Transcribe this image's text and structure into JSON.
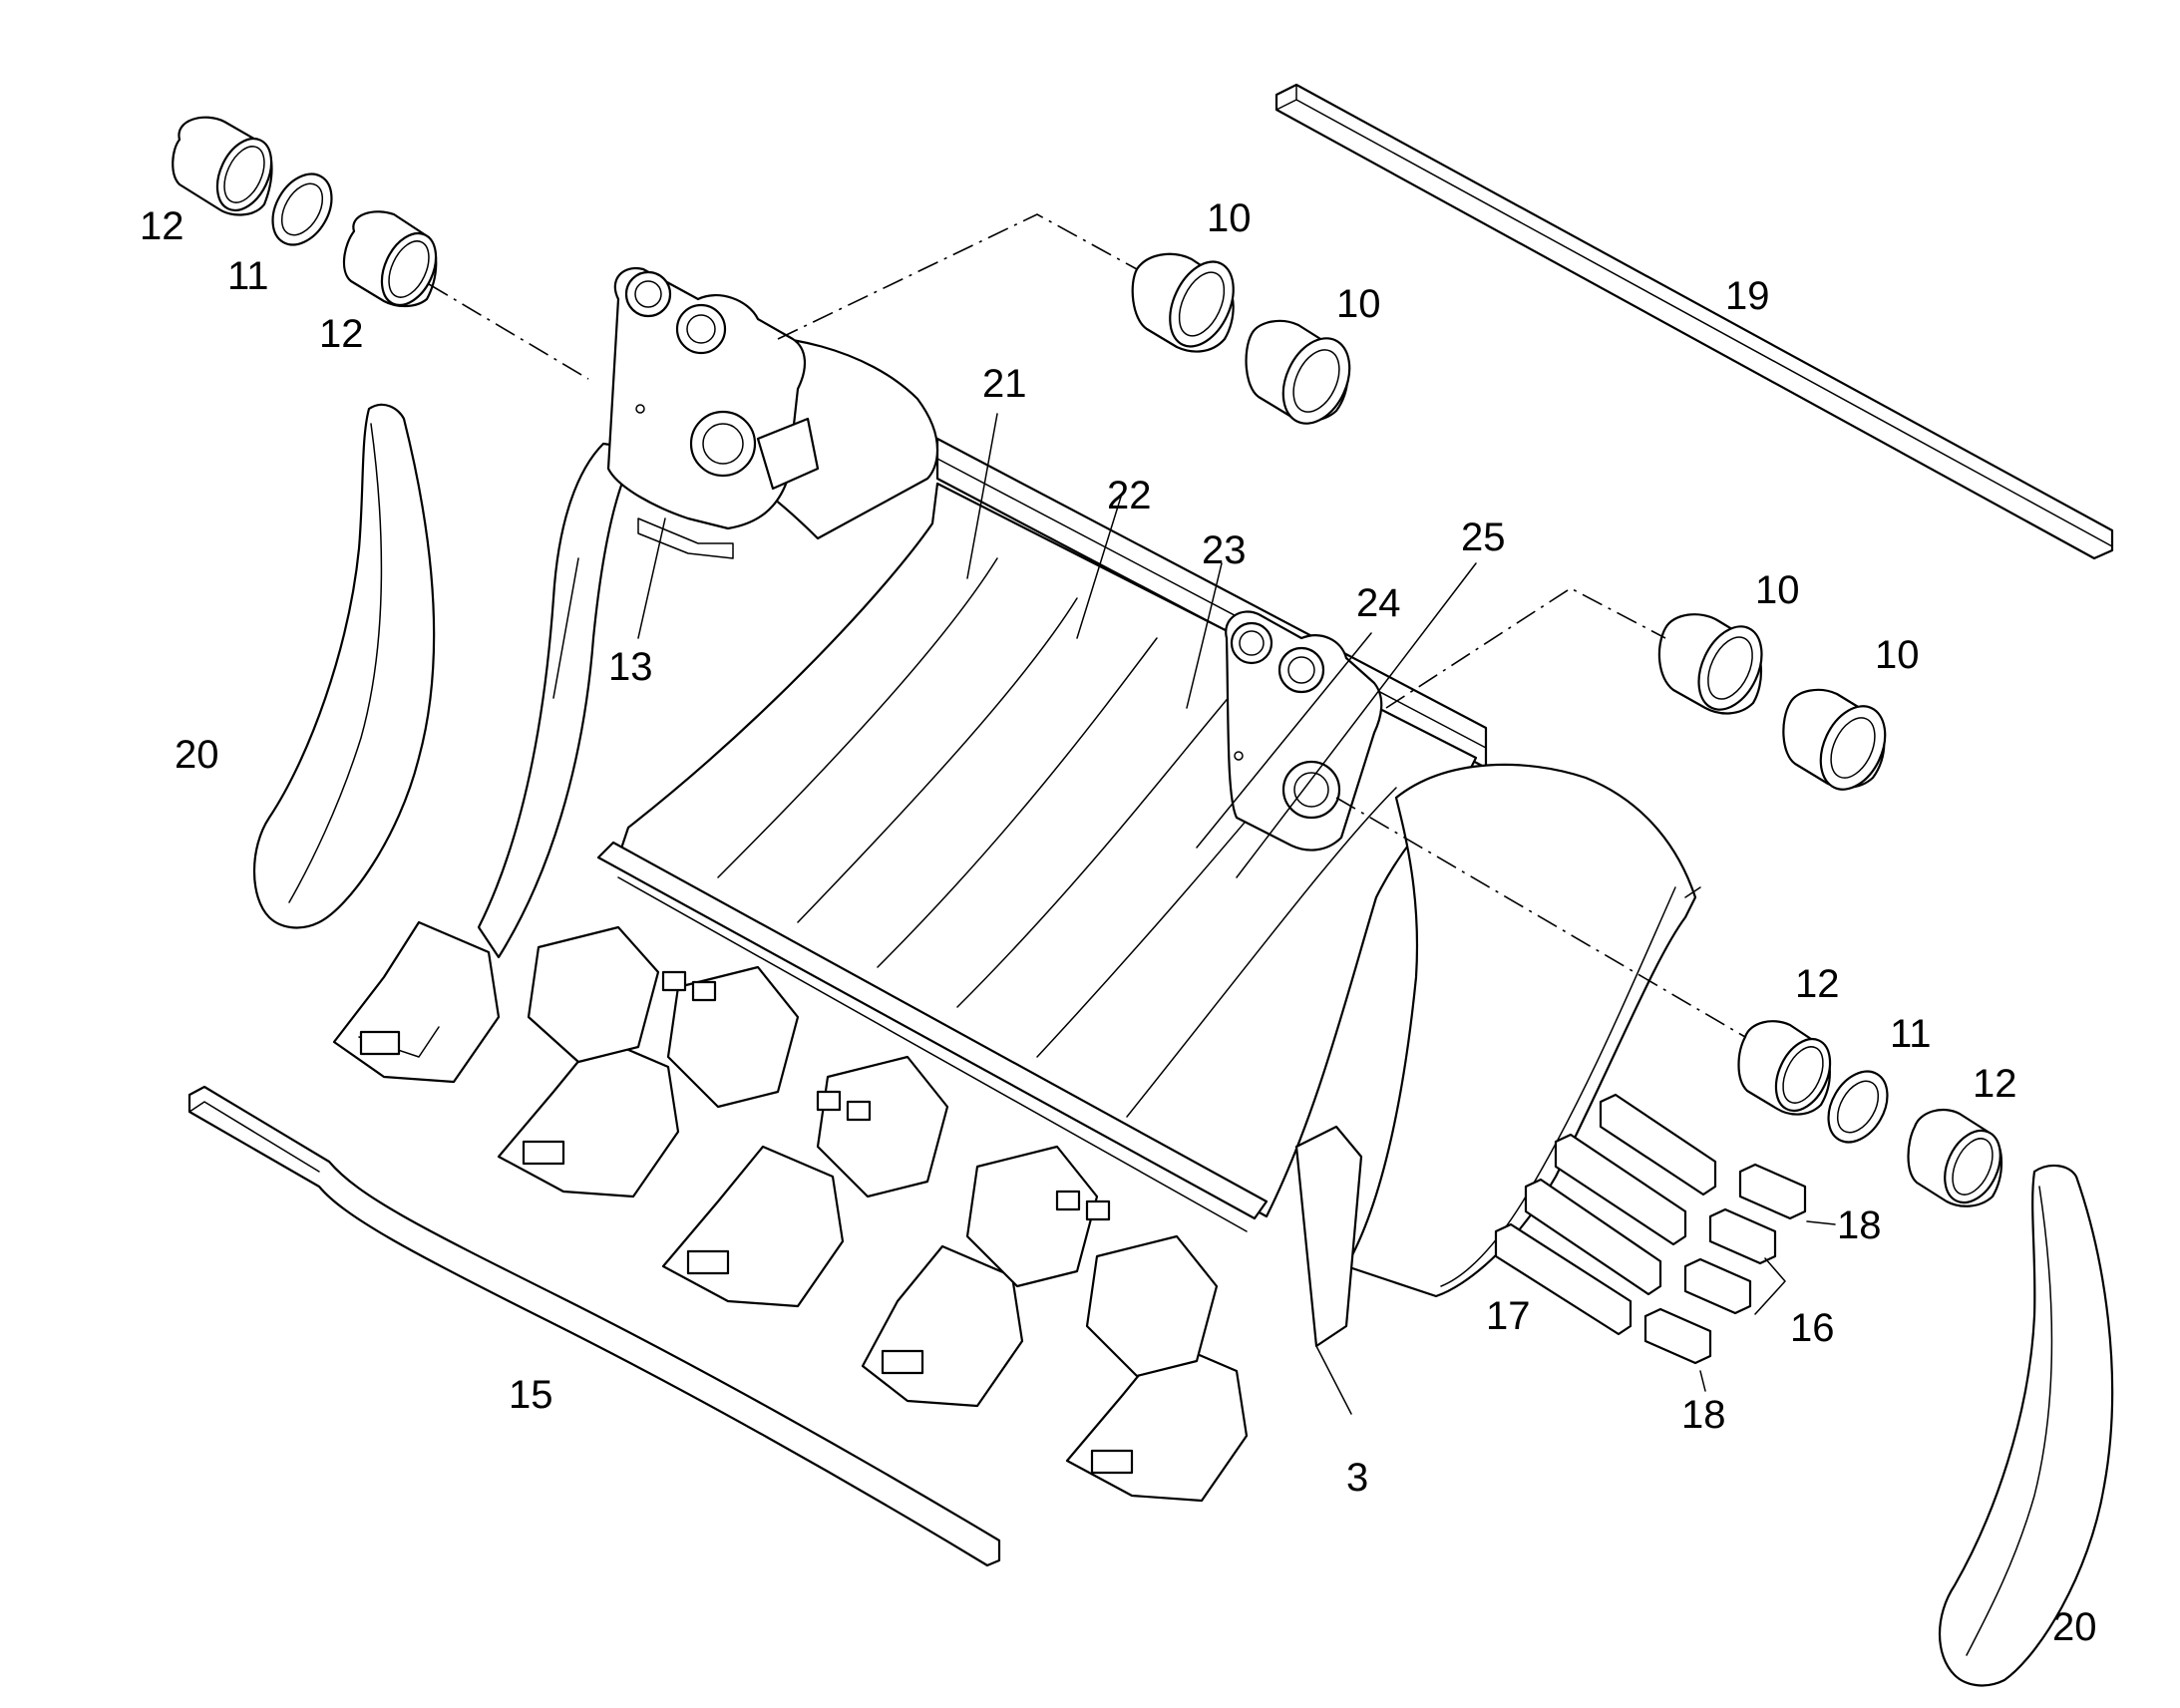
{
  "callouts": {
    "c12_top_left": "12",
    "c11_top_left": "11",
    "c12_top_left_b": "12",
    "c10_a": "10",
    "c10_b": "10",
    "c19": "19",
    "c21": "21",
    "c22": "22",
    "c23": "23",
    "c24": "24",
    "c25": "25",
    "c13": "13",
    "c20_left": "20",
    "c10_c": "10",
    "c10_d": "10",
    "c12_right": "12",
    "c11_right": "11",
    "c12_right_b": "12",
    "c18_a": "18",
    "c16": "16",
    "c18_b": "18",
    "c17": "17",
    "c15": "15",
    "c3": "3",
    "c20_right": "20"
  },
  "colors": {
    "line": "#000000",
    "background": "#ffffff"
  }
}
